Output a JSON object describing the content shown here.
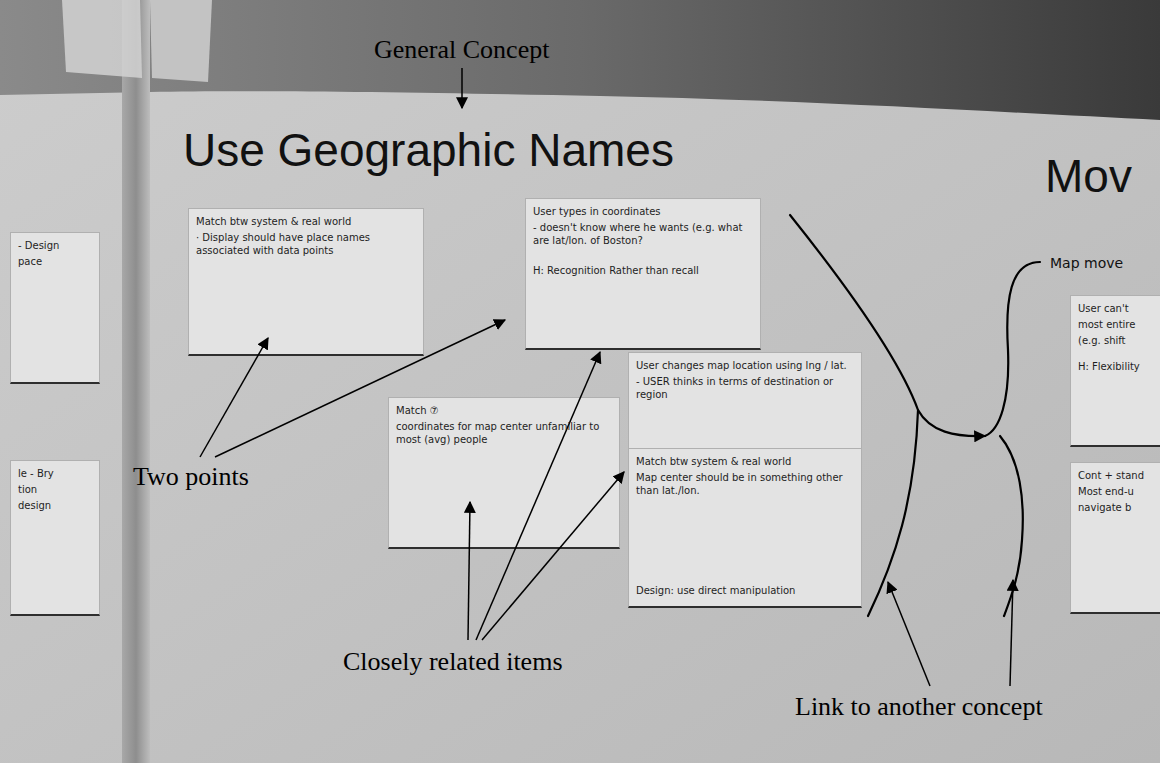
{
  "diagram": {
    "nodes": [
      {
        "text": [
          "- Design",
          "pace"
        ]
      },
      {
        "text": [
          "le - Bry",
          "tion",
          "design"
        ]
      },
      {
        "text": [
          "Match btw system & real world",
          "· Display should have place names associated with data points"
        ]
      },
      {
        "text": [
          "User types in coordinates",
          "- doesn't know where he wants (e.g. what are lat/lon. of Boston?",
          "H: Recognition Rather than recall"
        ]
      },
      {
        "text": [
          "Match ⑦",
          "coordinates for map center unfamiliar to most (avg) people"
        ]
      },
      {
        "text": [
          "User changes map location using lng / lat.",
          "- USER thinks in terms of destination or region"
        ]
      },
      {
        "text": [
          "Match btw system & real world",
          "Map center should be in something other than lat./lon.",
          "Design: use direct manipulation"
        ]
      },
      {
        "text": [
          "User can't",
          "most entire",
          "(e.g. shift",
          "H: Flexibility"
        ]
      },
      {
        "text": [
          "Cont + stand",
          "Most end-u",
          "navigate b"
        ]
      }
    ],
    "labels": [
      "General Concept",
      "Use Geographic Names",
      "Mov",
      "Map move",
      "Two points",
      "Closely related items",
      "Link to another concept"
    ]
  }
}
